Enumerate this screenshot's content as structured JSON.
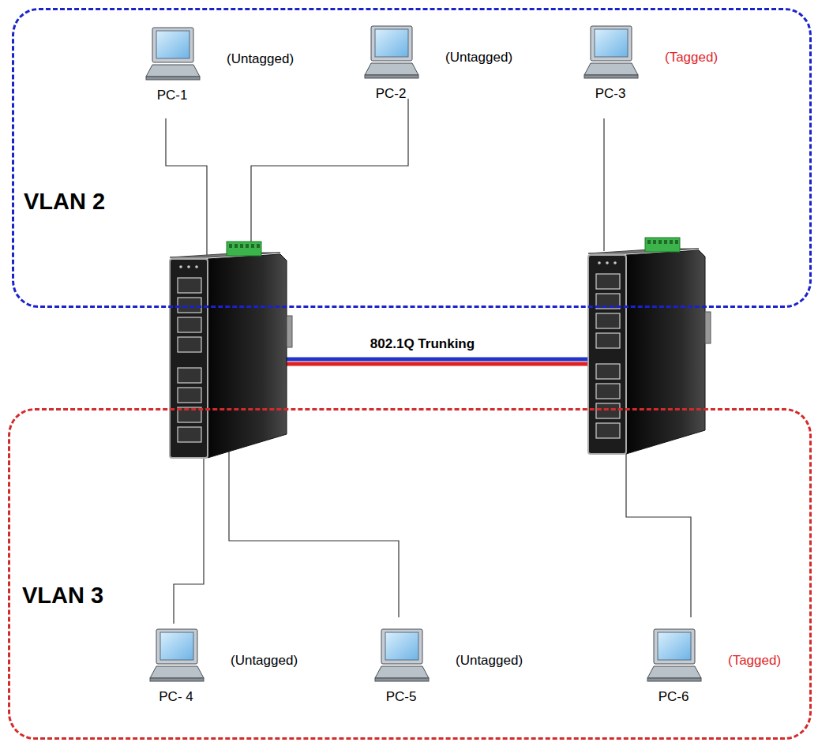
{
  "diagram": {
    "nodes": [
      {
        "text": [
          "VLAN 2"
        ]
      },
      {
        "text": [
          "PC-1",
          "(Untagged)"
        ],
        "in": 0
      },
      {
        "text": [
          "PC-2",
          "(Untagged)"
        ],
        "in": 0
      },
      {
        "text": [
          "PC-3",
          "(Tagged)"
        ],
        "in": 0
      },
      {
        "text": [
          "VLAN 3"
        ]
      },
      {
        "text": [
          "PC- 4",
          "(Untagged)"
        ],
        "in": 4
      },
      {
        "text": [
          "PC-5",
          "(Untagged)"
        ],
        "in": 4
      },
      {
        "text": [
          "PC-6",
          "(Tagged)"
        ],
        "in": 4
      }
    ],
    "labels": [
      "802.1Q Trunking"
    ]
  }
}
